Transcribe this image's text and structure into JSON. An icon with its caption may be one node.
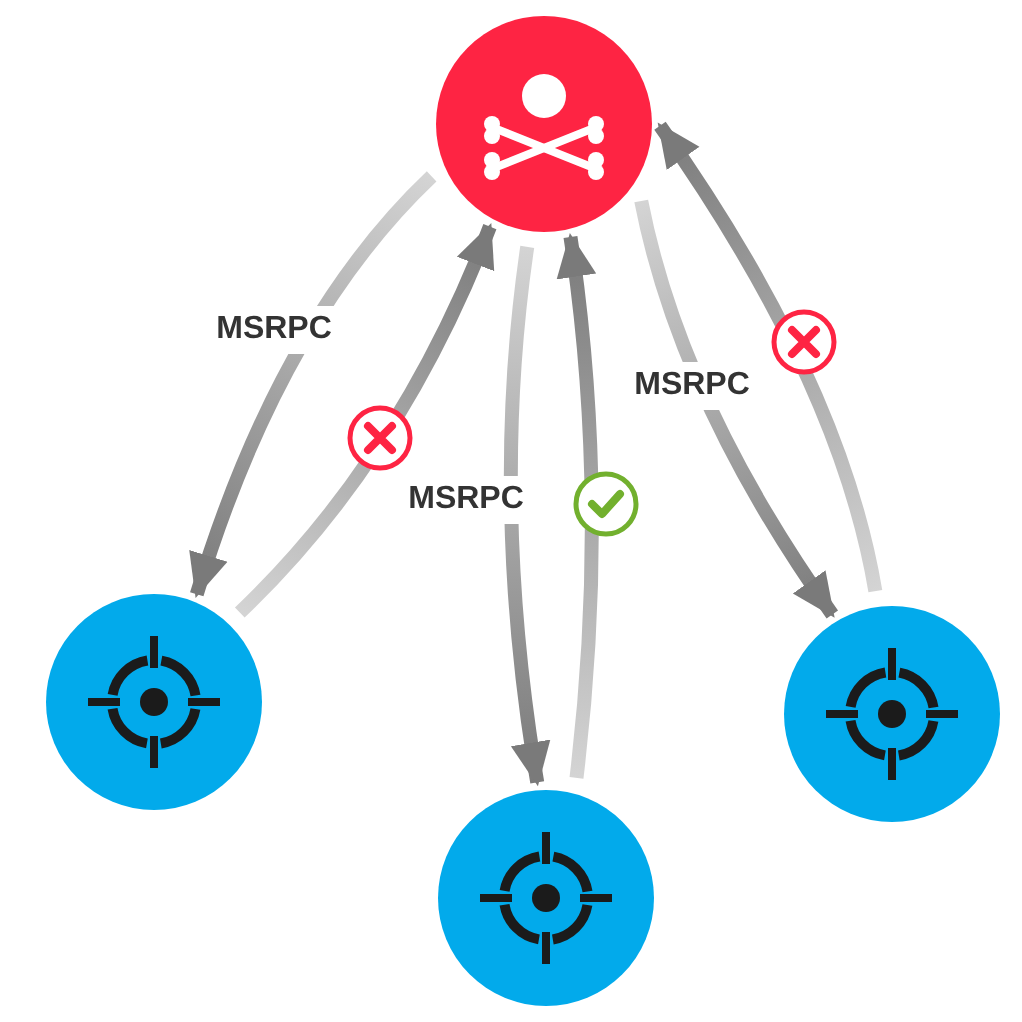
{
  "diagram": {
    "nodes": [
      {
        "text": [],
        "shape": "circle"
      },
      {
        "text": [],
        "shape": "circle"
      },
      {
        "text": [],
        "shape": "circle"
      },
      {
        "text": [],
        "shape": "circle"
      }
    ],
    "edges": [
      {
        "from": 0,
        "to": 1,
        "arrow": "to",
        "label": "MSRPC"
      },
      {
        "from": 1,
        "to": 0,
        "arrow": "to"
      },
      {
        "from": 0,
        "to": 2,
        "arrow": "to",
        "label": "MSRPC"
      },
      {
        "from": 2,
        "to": 0,
        "arrow": "to"
      },
      {
        "from": 0,
        "to": 3,
        "arrow": "to",
        "label": "MSRPC"
      },
      {
        "from": 3,
        "to": 0,
        "arrow": "to"
      }
    ]
  }
}
